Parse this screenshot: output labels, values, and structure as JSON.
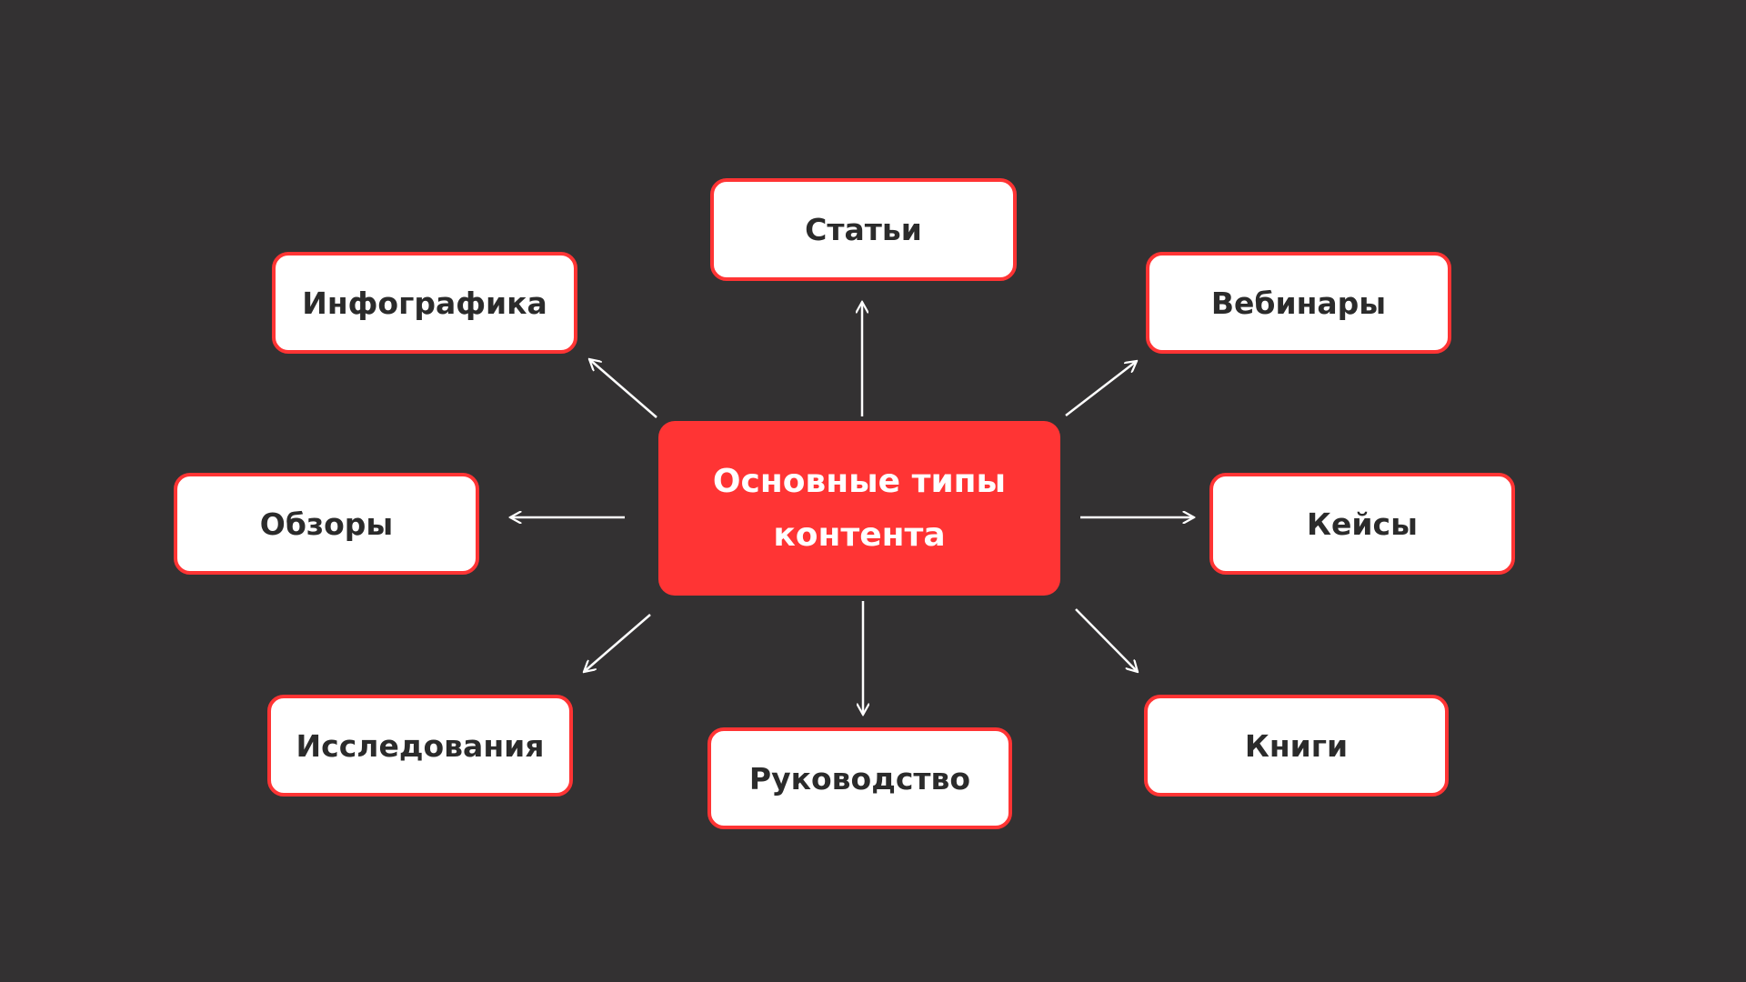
{
  "center": {
    "label": "Основные типы контента"
  },
  "nodes": {
    "articles": "Статьи",
    "infographics": "Инфографика",
    "webinars": "Вебинары",
    "reviews": "Обзоры",
    "cases": "Кейсы",
    "research": "Исследования",
    "guide": "Руководство",
    "books": "Книги"
  },
  "colors": {
    "background": "#333132",
    "accent": "#ff3434",
    "node_fill": "#ffffff",
    "arrow": "#ffffff"
  }
}
